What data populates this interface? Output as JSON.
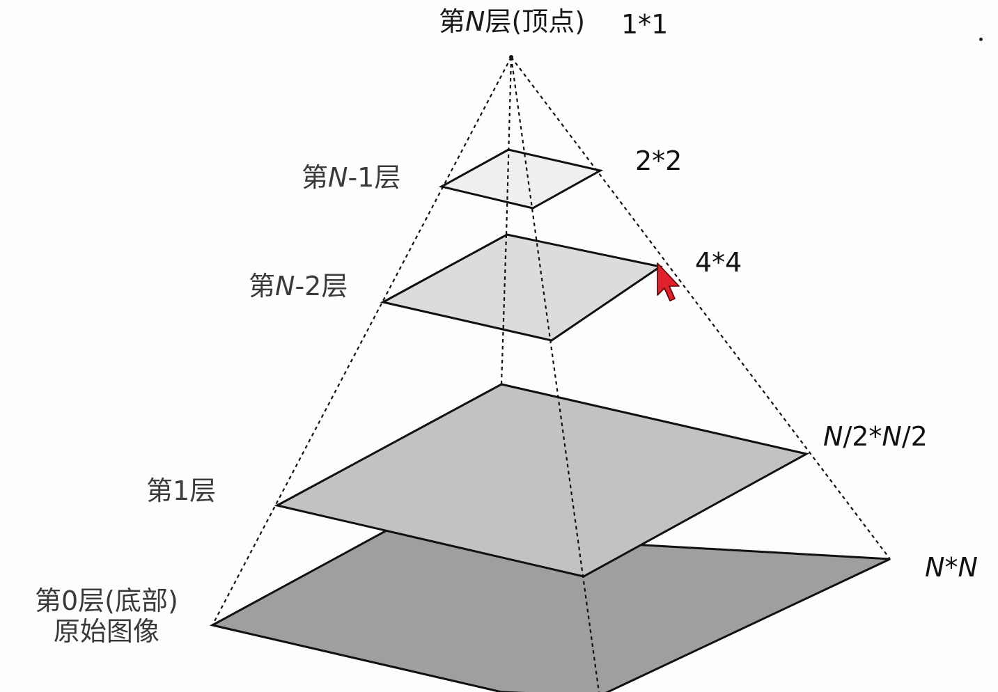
{
  "colors": {
    "apex_layer_fill": "#efefef",
    "layer_n_minus_2_fill": "#dcdcdc",
    "layer_1_fill": "#c2c2c2",
    "layer_0_fill": "#9f9f9f",
    "edge": "#111111",
    "cursor": "#e0202a"
  },
  "cursor_icon": "mouse-pointer-icon",
  "levels": {
    "top": {
      "prefix": "第",
      "n": "N",
      "suffix": "层(顶点)",
      "size": "1*1"
    },
    "n_minus_1": {
      "prefix": "第",
      "n": "N",
      "suffix": "-1层",
      "size": "2*2"
    },
    "n_minus_2": {
      "prefix": "第",
      "n": "N",
      "suffix": "-2层",
      "size": "4*4"
    },
    "level_1": {
      "label": "第1层",
      "size_n1": "N",
      "size_mid": "/2*",
      "size_n2": "N",
      "size_end": "/2"
    },
    "level_0": {
      "line1": "第0层(底部)",
      "line2": "原始图像",
      "size_n1": "N",
      "size_mid": "*",
      "size_n2": "N"
    }
  }
}
